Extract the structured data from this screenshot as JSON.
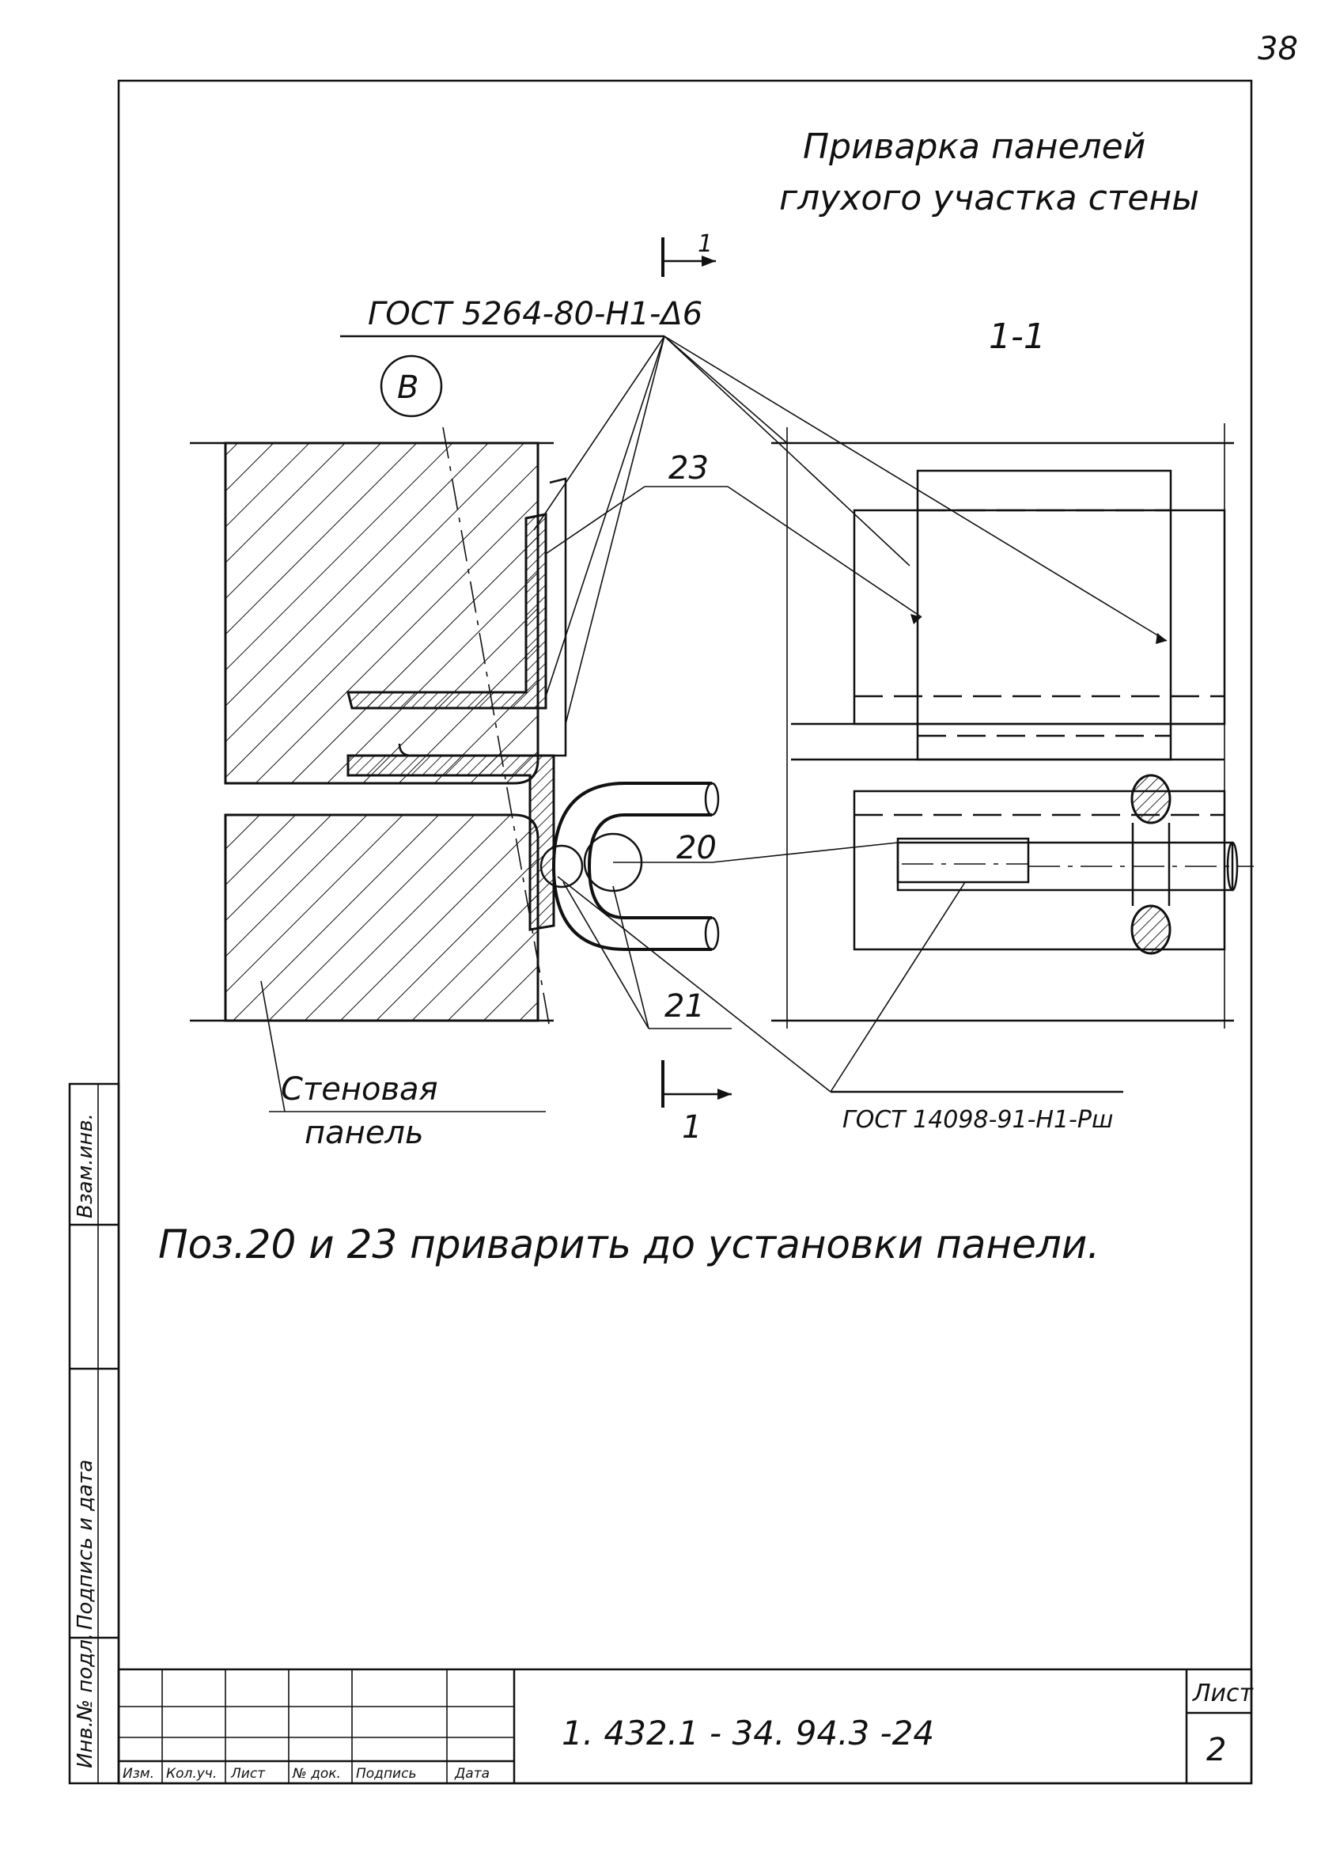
{
  "page_number": "38",
  "title_line1": "Приварка панелей",
  "title_line2": "глухого участка стены",
  "section_mark": "1",
  "section_mark_bottom": "1",
  "weld_spec_top": "ГОСТ 5264-80-Н1-Δ6",
  "section_label": "1-1",
  "callout": "В",
  "pos_23": "23",
  "pos_20": "20",
  "pos_21": "21",
  "weld_spec_bottom": "ГОСТ 14098-91-Н1-Рш",
  "wall_panel_line1": "Стеновая",
  "wall_panel_line2": "панель",
  "note": "Поз.20 и 23 приварить до установки панели.",
  "side_stamp": {
    "inv_no": "Инв.№ подл.",
    "sign_date": "Подпись и дата",
    "replace_inv": "Взам.инв."
  },
  "title_block": {
    "doc_code": "1. 432.1 - 34. 94.3 -24",
    "sheet_label": "Лист",
    "sheet_no": "2",
    "columns": [
      "Изм.",
      "Кол.уч.",
      "Лист",
      "№ док.",
      "Подпись",
      "Дата"
    ]
  }
}
